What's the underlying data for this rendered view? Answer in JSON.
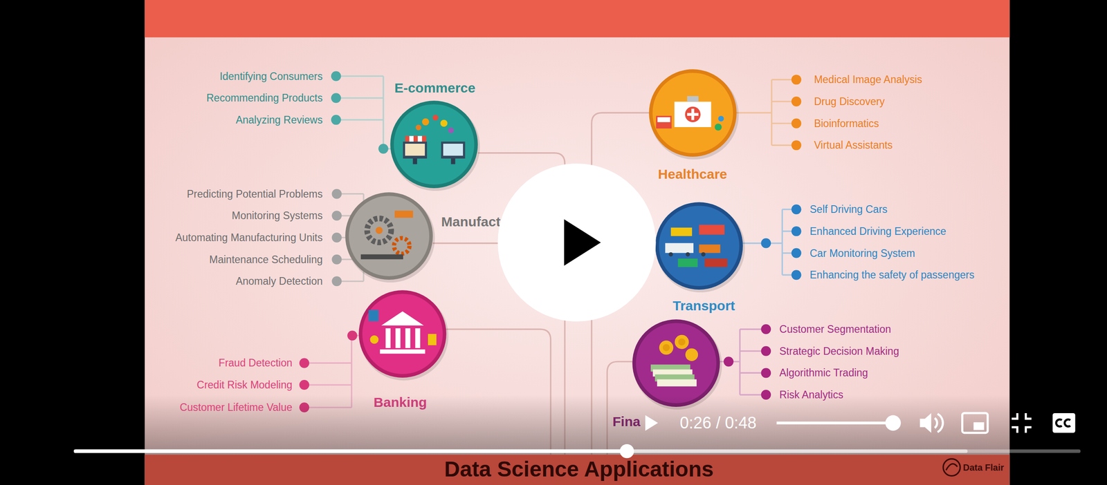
{
  "diagram": {
    "title": "Data Science Applications",
    "nodes": [
      {
        "text": [
          "E-commerce"
        ]
      },
      {
        "text": [
          "Manufacturing"
        ]
      },
      {
        "text": [
          "Banking"
        ]
      },
      {
        "text": [
          "Healthcare"
        ]
      },
      {
        "text": [
          "Transport"
        ]
      },
      {
        "text": [
          "Fina"
        ]
      }
    ],
    "labels": [
      "Identifying Consumers",
      "Recommending Products",
      "Analyzing Reviews",
      "Predicting Potential Problems",
      "Monitoring Systems",
      "Automating Manufacturing Units",
      "Maintenance Scheduling",
      "Anomaly Detection",
      "Fraud Detection",
      "Credit Risk Modeling",
      "Customer Lifetime Value",
      "Medical Image Analysis",
      "Drug Discovery",
      "Bioinformatics",
      "Virtual Assistants",
      "Self Driving Cars",
      "Enhanced Driving Experience",
      "Car Monitoring System",
      "Enhancing the safety of passengers",
      "Customer Segmentation",
      "Strategic Decision Making",
      "Algorithmic Trading",
      "Risk Analytics",
      "0:26 / 0:48",
      "Data Flair"
    ]
  }
}
